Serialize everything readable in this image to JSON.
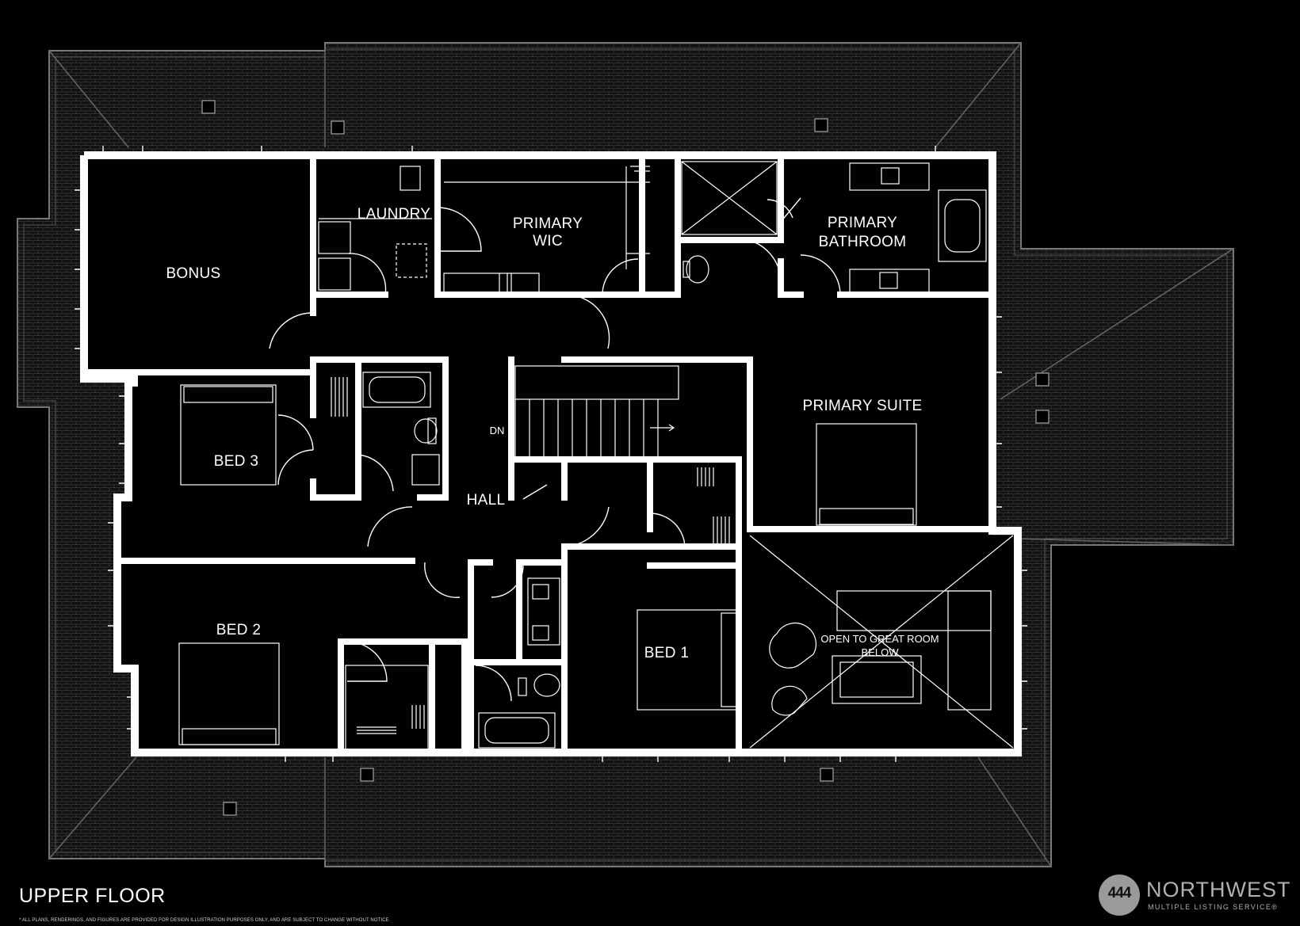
{
  "floor_title": "UPPER FLOOR",
  "disclaimer": "* ALL PLANS, RENDERINGS, AND FIGURES ARE PROVIDED FOR DESIGN ILLUSTRATION PURPOSES ONLY, AND ARE SUBJECT TO CHANGE WITHOUT NOTICE",
  "rooms": {
    "laundry": "LAUNDRY",
    "primary_wic_1": "PRIMARY",
    "primary_wic_2": "WIC",
    "primary_bath_1": "PRIMARY",
    "primary_bath_2": "BATHROOM",
    "bonus": "BONUS",
    "primary_suite": "PRIMARY SUITE",
    "bed3": "BED 3",
    "hall": "HALL",
    "dn": "DN",
    "bed2": "BED 2",
    "bed1": "BED 1",
    "open_1": "OPEN TO GREAT ROOM",
    "open_2": "BELOW"
  },
  "logo": {
    "mark": "444",
    "name": "NORTHWEST",
    "sub": "MULTIPLE LISTING SERVICE®"
  }
}
